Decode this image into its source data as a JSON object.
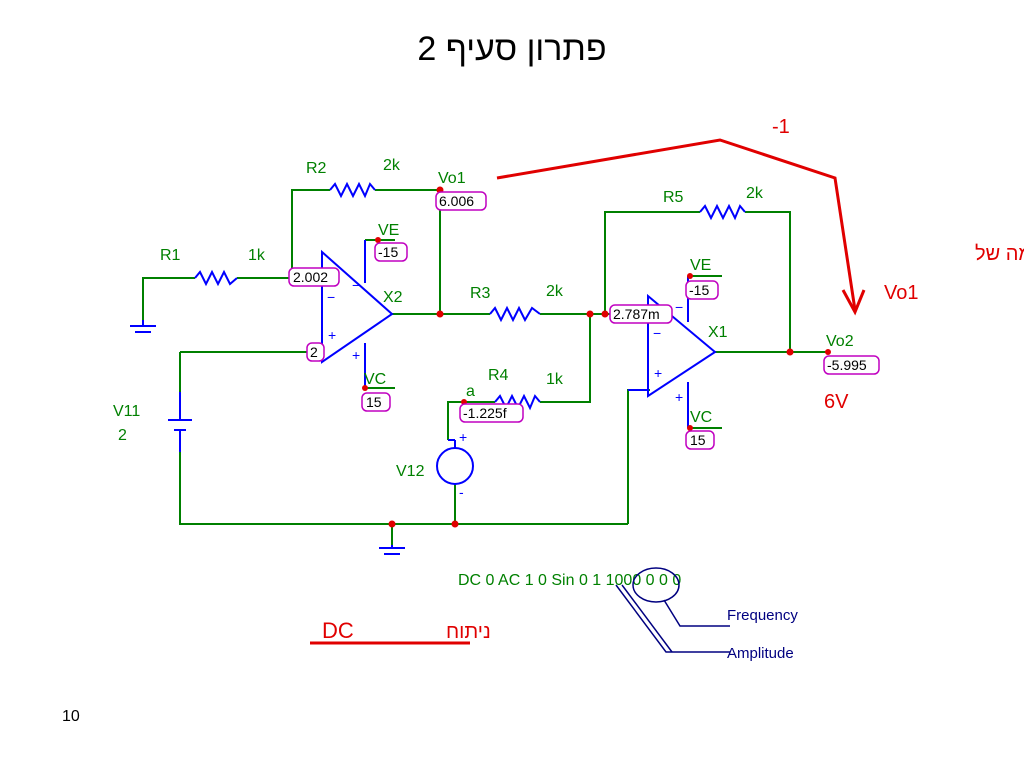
{
  "slide": {
    "title": "פתרון סעיף 2",
    "page_number": "10"
  },
  "components": {
    "R1": {
      "name": "R1",
      "value": "1k"
    },
    "R2": {
      "name": "R2",
      "value": "2k"
    },
    "R3": {
      "name": "R3",
      "value": "2k"
    },
    "R4": {
      "name": "R4",
      "value": "1k"
    },
    "R5": {
      "name": "R5",
      "value": "2k"
    },
    "X1": {
      "name": "X1"
    },
    "X2": {
      "name": "X2"
    },
    "V11": {
      "name": "V11",
      "value": "2"
    },
    "V12": {
      "name": "V12"
    }
  },
  "nodes": {
    "vo1": "Vo1",
    "vo2": "Vo2",
    "a": "a",
    "ve": "VE",
    "vc": "VC"
  },
  "voltages": {
    "x2_inv": "2.002",
    "x2_noninv": "2",
    "vo1": "6.006",
    "x2_ve": "-15",
    "x2_vc": "15",
    "node_a": "-1.225f",
    "x1_inv": "2.787m",
    "x1_ve": "-15",
    "x1_vc": "15",
    "vo2": "-5.995"
  },
  "annotations": {
    "gain": "-1",
    "contribution_line1": "תרומה של",
    "contribution_line2": "Vo1",
    "result": "6V",
    "dc_label": "DC",
    "analysis_label": "ניתוח",
    "source_spec": "DC 0 AC 1 0 Sin 0 1 1000 0 0 0",
    "frequency": "Frequency",
    "amplitude": "Amplitude"
  },
  "colors": {
    "wire": "#008000",
    "component": "#0000ff",
    "annotation": "#e00000",
    "probe_box": "#c000c0",
    "callout": "#000080"
  }
}
